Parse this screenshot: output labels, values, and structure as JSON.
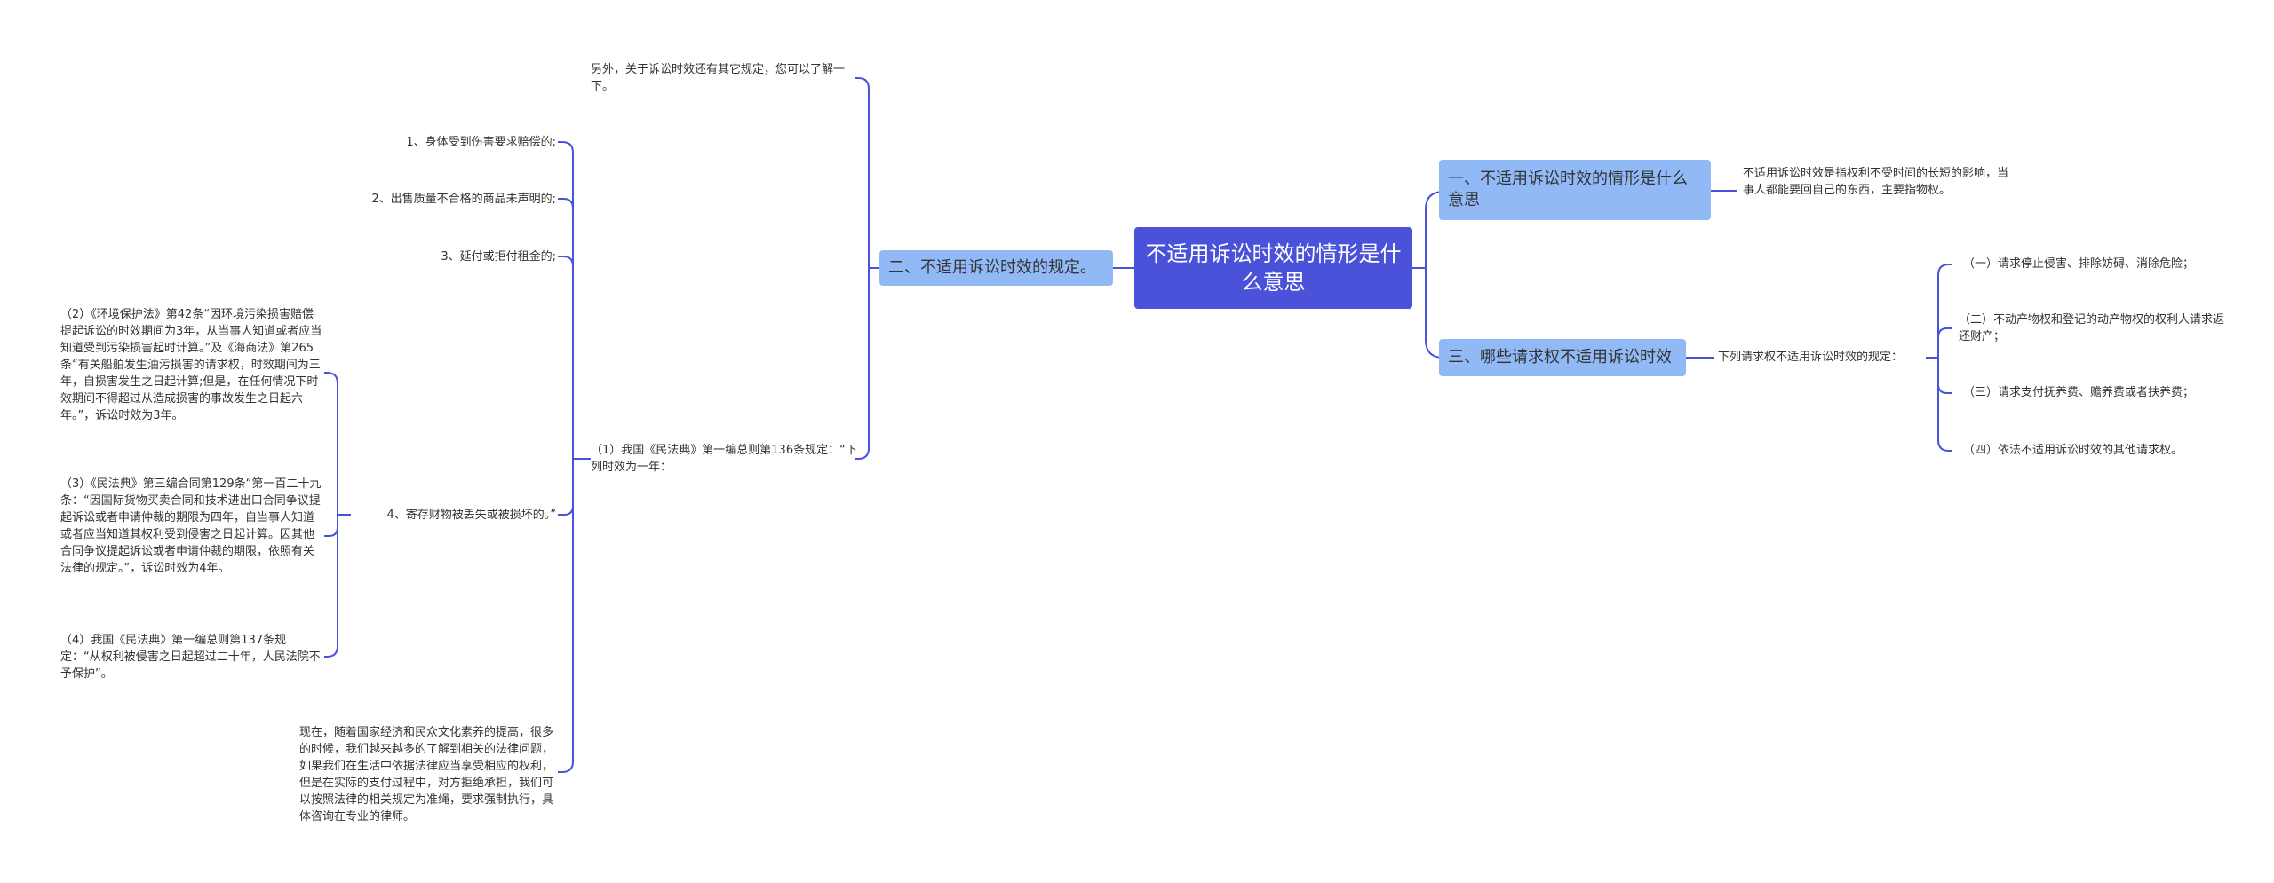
{
  "colors": {
    "root": "#4a52d9",
    "main": "#91b9f5",
    "line": "#4a52d9",
    "text": "#333333"
  },
  "root": {
    "label": "不适用诉讼时效的情形是什么意思"
  },
  "right": {
    "b1": {
      "label": "一、不适用诉讼时效的情形是什么意思",
      "child": "不适用诉讼时效是指权利不受时间的长短的影响，当事人都能要回自己的东西，主要指物权。"
    },
    "b3": {
      "label": "三、哪些请求权不适用诉讼时效",
      "intro": "下列请求权不适用诉讼时效的规定：",
      "items": [
        "（一）请求停止侵害、排除妨碍、消除危险；",
        "（二）不动产物权和登记的动产物权的权利人请求返还财产；",
        "（三）请求支付抚养费、赡养费或者扶养费；",
        "（四）依法不适用诉讼时效的其他请求权。"
      ]
    }
  },
  "left": {
    "b2": {
      "label": "二、不适用诉讼时效的规定。",
      "top_note": "另外，关于诉讼时效还有其它规定，您可以了解一下。",
      "article": "（1）我国《民法典》第一编总则第136条规定：“下列时效为一年：",
      "items": [
        "1、身体受到伤害要求赔偿的;",
        "2、出售质量不合格的商品未声明的;",
        "3、延付或拒付租金的;",
        "4、寄存财物被丢失或被损坏的。”"
      ],
      "sub_items": [
        "（2）《环境保护法》第42条“因环境污染损害赔偿提起诉讼的时效期间为3年，从当事人知道或者应当知道受到污染损害起时计算。”及《海商法》第265条“有关船舶发生油污损害的请求权，时效期间为三年，自损害发生之日起计算;但是，在任何情况下时效期间不得超过从造成损害的事故发生之日起六年。”，诉讼时效为3年。",
        "（3）《民法典》第三编合同第129条“第一百二十九条：“因国际货物买卖合同和技术进出口合同争议提起诉讼或者申请仲裁的期限为四年，自当事人知道或者应当知道其权利受到侵害之日起计算。因其他合同争议提起诉讼或者申请仲裁的期限，依照有关法律的规定。”，诉讼时效为4年。",
        "（4）我国《民法典》第一编总则第137条规定：“从权利被侵害之日起超过二十年，人民法院不予保护”。"
      ],
      "bottom_note": "现在，随着国家经济和民众文化素养的提高，很多的时候，我们越来越多的了解到相关的法律问题，如果我们在生活中依据法律应当享受相应的权利，但是在实际的支付过程中，对方拒绝承担，我们可以按照法律的相关规定为准绳，要求强制执行，具体咨询在专业的律师。"
    }
  }
}
